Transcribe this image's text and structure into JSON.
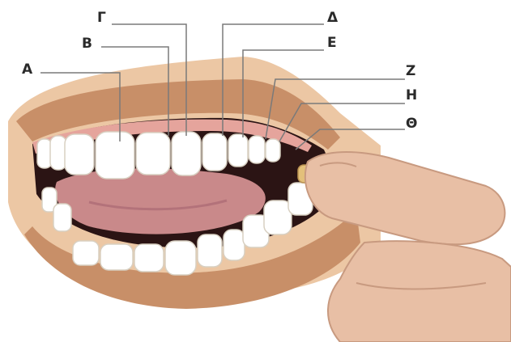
{
  "labels": {
    "A": "Α",
    "B": "Β",
    "G": "Γ",
    "D": "Δ",
    "E": "Ε",
    "Z": "Ζ",
    "H": "Η",
    "TH": "Θ"
  },
  "colors": {
    "lip": "#c88f68",
    "lip_dark": "#a8704d",
    "skin": "#ecc7a4",
    "gum": "#e5a49c",
    "tongue": "#c9898a",
    "mouth_dark": "#2b1414",
    "tooth": "#ffffff",
    "tooth_shade": "#e8e2d6",
    "leader": "#7a7a7a"
  }
}
